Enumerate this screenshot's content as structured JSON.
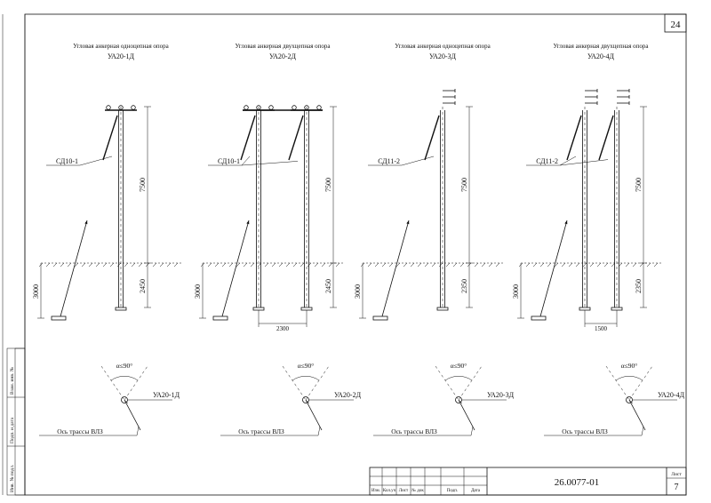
{
  "sheet": {
    "page_number": "24",
    "doc_code": "26.0077-01",
    "sheet_label": "Лист",
    "sheet_number": "7",
    "stamp_headers": [
      "Изм.",
      "Кол.уч",
      "Лист",
      "№ док",
      "Подп.",
      "Дата"
    ]
  },
  "side_margin_labels": [
    "Взам. инв. №",
    "Подп. и дата",
    "Инв. № подл."
  ],
  "supports": [
    {
      "title": "Угловая анкерная одноцепная опора",
      "code": "УА20-1Д",
      "callout": "СД10-1",
      "dim_height": "7500",
      "dim_buried": "2450",
      "dim_anchor": "3000",
      "dim_base": ""
    },
    {
      "title": "Угловая анкерная двухцепная опора",
      "code": "УА20-2Д",
      "callout": "СД10-1",
      "dim_height": "7500",
      "dim_buried": "2450",
      "dim_anchor": "3000",
      "dim_base": "2300"
    },
    {
      "title": "Угловая анкерная одноцепная опора",
      "code": "УА20-3Д",
      "callout": "СД11-2",
      "dim_height": "7500",
      "dim_buried": "2350",
      "dim_anchor": "3000",
      "dim_base": ""
    },
    {
      "title": "Угловая анкерная двухцепная опора",
      "code": "УА20-4Д",
      "callout": "СД11-2",
      "dim_height": "7500",
      "dim_buried": "2350",
      "dim_anchor": "3000",
      "dim_base": "1500"
    }
  ],
  "plans": [
    {
      "angle": "α≤90°",
      "code": "УА20-1Д",
      "axis": "Ось трассы ВЛЗ"
    },
    {
      "angle": "α≤90°",
      "code": "УА20-2Д",
      "axis": "Ось трассы ВЛЗ"
    },
    {
      "angle": "α≤90°",
      "code": "УА20-3Д",
      "axis": "Ось трассы ВЛЗ"
    },
    {
      "angle": "α≤90°",
      "code": "УА20-4Д",
      "axis": "Ось трассы ВЛЗ"
    }
  ]
}
